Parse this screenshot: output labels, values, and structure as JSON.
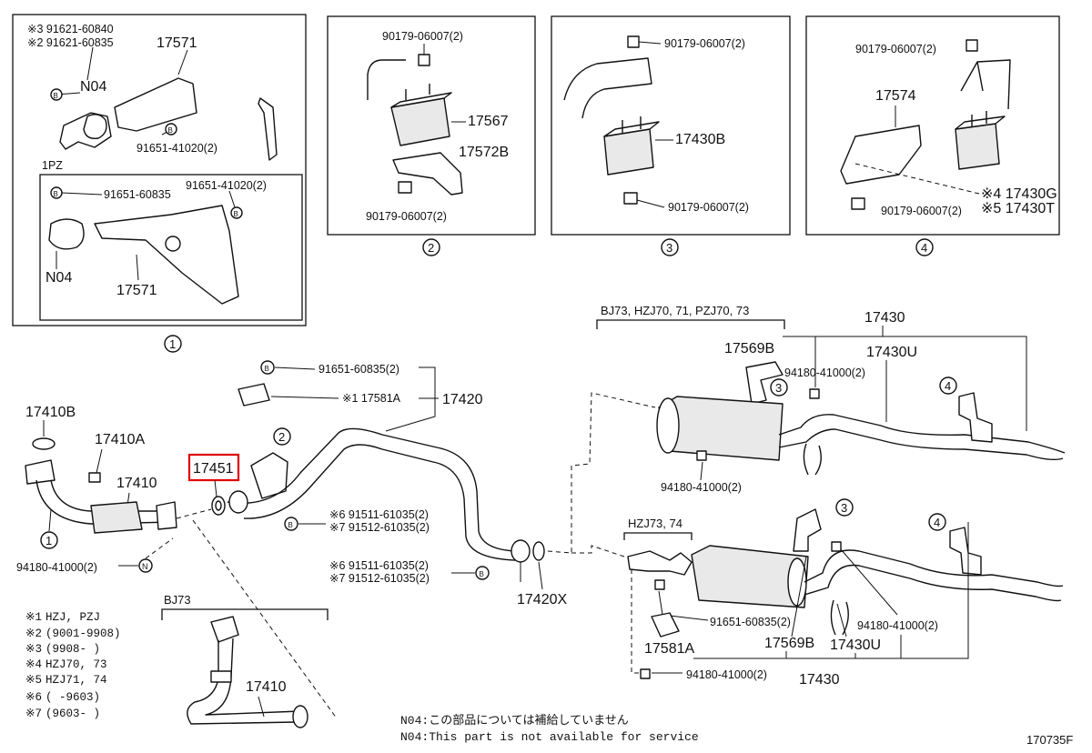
{
  "diagram_code": "170735F",
  "notes": {
    "jp": "N04:この部品については補給していません",
    "en": "N04:This part is not available for service"
  },
  "legend": [
    {
      "mark": "※1",
      "text": "HZJ, PZJ"
    },
    {
      "mark": "※2",
      "text": "(9001-9908)"
    },
    {
      "mark": "※3",
      "text": "(9908-      )"
    },
    {
      "mark": "※4",
      "text": "HZJ70, 73"
    },
    {
      "mark": "※5",
      "text": "HZJ71, 74"
    },
    {
      "mark": "※6",
      "text": "(      -9603)"
    },
    {
      "mark": "※7",
      "text": "(9603-      )"
    }
  ],
  "highlight": {
    "part": "17451",
    "color": "#e00000"
  },
  "panel1": {
    "number": "1",
    "labels": {
      "p3": "※3 91621-60840",
      "p2": "※2 91621-60835",
      "p17571a": "17571",
      "n04a": "N04",
      "bolt2": "91651-41020(2)",
      "model": "1PZ",
      "bolt3": "91651-60835",
      "bolt4": "91651-41020(2)",
      "n04b": "N04",
      "p17571b": "17571"
    }
  },
  "panel2": {
    "number": "2",
    "labels": {
      "nut_top": "90179-06007(2)",
      "p17567": "17567",
      "p17572b": "17572B",
      "nut_bot": "90179-06007(2)"
    }
  },
  "panel3": {
    "number": "3",
    "labels": {
      "nut_top": "90179-06007(2)",
      "p17430b": "17430B",
      "nut_bot": "90179-06007(2)"
    }
  },
  "panel4": {
    "number": "4",
    "labels": {
      "nut_top": "90179-06007(2)",
      "p17574": "17574",
      "p17430g": "※4 17430G",
      "p17430t": "※5 17430T",
      "nut_bot": "90179-06007(2)"
    }
  },
  "main": {
    "labels": {
      "p17410b": "17410B",
      "p17410a": "17410A",
      "p17410": "17410",
      "nut_left": "94180-41000(2)",
      "p17451": "17451",
      "bolt_top": "91651-60835(2)",
      "p17581a": "※1 17581A",
      "p17420": "17420",
      "circ2": "2",
      "g6a": "※6 91511-61035(2)",
      "g7a": "※7 91512-61035(2)",
      "g6b": "※6 91511-61035(2)",
      "g7b": "※7 91512-61035(2)",
      "p17420x": "17420X",
      "circ1": "1",
      "bj73": "BJ73",
      "p17410c": "17410"
    }
  },
  "right_upper": {
    "models": "BJ73, HZJ70, 71, PZJ70, 73",
    "labels": {
      "p17430": "17430",
      "p17430u": "17430U",
      "p17569b": "17569B",
      "nut1": "94180-41000(2)",
      "nut2": "94180-41000(2)",
      "circ3": "3",
      "circ4": "4"
    }
  },
  "right_lower": {
    "models": "HZJ73, 74",
    "labels": {
      "circ3": "3",
      "circ4": "4",
      "bolt": "91651-60835(2)",
      "nut1": "94180-41000(2)",
      "p17581a": "17581A",
      "p17569b": "17569B",
      "p17430u": "17430U",
      "nut2": "94180-41000(2)",
      "p17430": "17430"
    }
  }
}
